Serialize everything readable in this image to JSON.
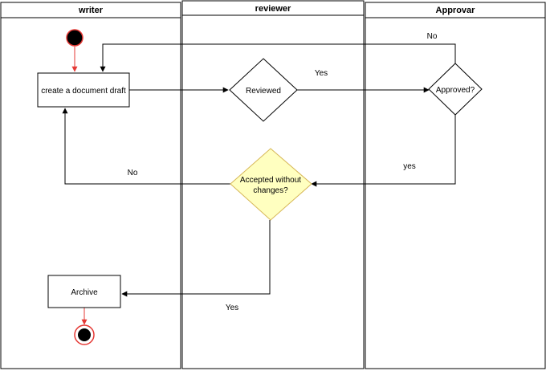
{
  "diagram": {
    "type": "swimlane-activity",
    "lanes": [
      {
        "id": "writer",
        "title": "writer"
      },
      {
        "id": "reviewer",
        "title": "reviewer"
      },
      {
        "id": "approver",
        "title": "Approvar"
      }
    ],
    "nodes": {
      "start": {
        "kind": "start"
      },
      "draft": {
        "kind": "action",
        "label": "create a document draft"
      },
      "reviewed": {
        "kind": "decision",
        "label": "Reviewed"
      },
      "approved": {
        "kind": "decision",
        "label": "Approved?"
      },
      "accepted": {
        "kind": "decision",
        "label_line1": "Accepted without",
        "label_line2": "changes?"
      },
      "archive": {
        "kind": "action",
        "label": "Archive"
      },
      "end": {
        "kind": "end"
      }
    },
    "edges": {
      "reviewed_to_approved": {
        "label": "Yes"
      },
      "approved_to_draft": {
        "label": "No"
      },
      "approved_to_accepted": {
        "label": "yes"
      },
      "accepted_to_draft": {
        "label": "No"
      },
      "accepted_to_archive": {
        "label": "Yes"
      }
    },
    "colors": {
      "line": "#000000",
      "start_end_accent": "#e53935",
      "decision_highlight_fill": "#ffffc0",
      "decision_highlight_stroke": "#d6b656"
    }
  }
}
